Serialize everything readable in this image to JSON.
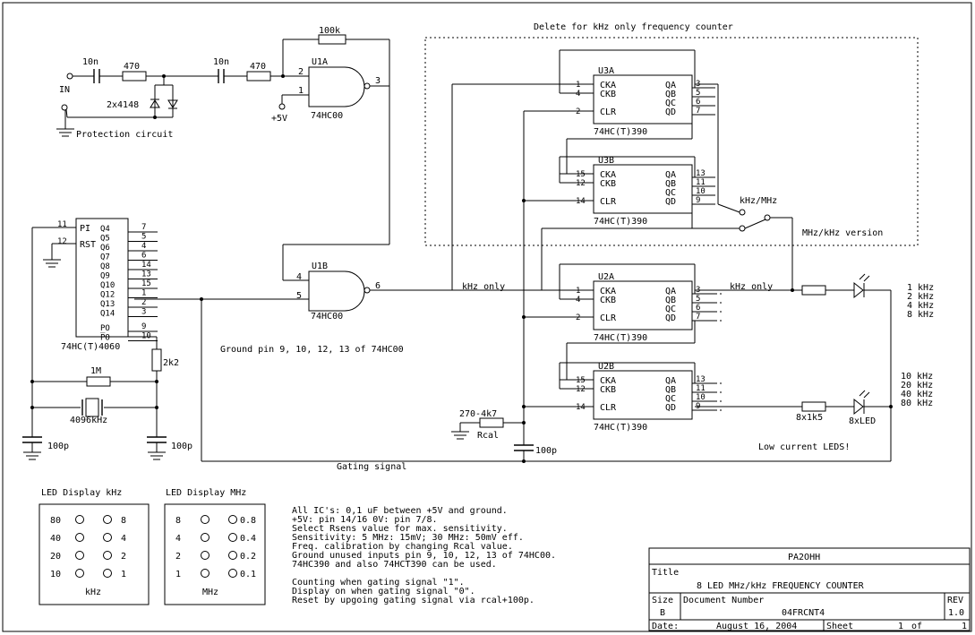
{
  "header": {
    "delete_note": "Delete for kHz only frequency counter"
  },
  "input": {
    "in_label": "IN",
    "c1": "10n",
    "r1": "470",
    "diodes": "2x4148",
    "c2": "10n",
    "r2": "470",
    "protection": "Protection circuit",
    "r_fb": "100k",
    "plus5v": "+5V"
  },
  "u1a": {
    "name": "U1A",
    "type": "74HC00",
    "p1": "1",
    "p2": "2",
    "p3": "3"
  },
  "u1b": {
    "name": "U1B",
    "type": "74HC00",
    "p4": "4",
    "p5": "5",
    "p6": "6"
  },
  "u3a": {
    "name": "U3A",
    "type": "74HC(T)390",
    "pins_l": [
      "1",
      "4",
      "2"
    ],
    "labels_l": [
      "CKA",
      "CKB",
      "CLR"
    ],
    "labels_r": [
      "QA",
      "QB",
      "QC",
      "QD"
    ],
    "pins_r": [
      "3",
      "5",
      "6",
      "7"
    ]
  },
  "u3b": {
    "name": "U3B",
    "type": "74HC(T)390",
    "pins_l": [
      "15",
      "12",
      "14"
    ],
    "labels_l": [
      "CKA",
      "CKB",
      "CLR"
    ],
    "labels_r": [
      "QA",
      "QB",
      "QC",
      "QD"
    ],
    "pins_r": [
      "13",
      "11",
      "10",
      "9"
    ]
  },
  "u2a": {
    "name": "U2A",
    "type": "74HC(T)390",
    "pins_l": [
      "1",
      "4",
      "2"
    ],
    "labels_l": [
      "CKA",
      "CKB",
      "CLR"
    ],
    "labels_r": [
      "QA",
      "QB",
      "QC",
      "QD"
    ],
    "pins_r": [
      "3",
      "5",
      "6",
      "7"
    ]
  },
  "u2b": {
    "name": "U2B",
    "type": "74HC(T)390",
    "pins_l": [
      "15",
      "12",
      "14"
    ],
    "labels_l": [
      "CKA",
      "CKB",
      "CLR"
    ],
    "labels_r": [
      "QA",
      "QB",
      "QC",
      "QD"
    ],
    "pins_r": [
      "13",
      "11",
      "10",
      "9"
    ]
  },
  "u4060": {
    "type": "74HC(T)4060",
    "pins_l": [
      "11",
      "12"
    ],
    "labels_l": [
      "PI",
      "RST"
    ],
    "labels_r": [
      "Q4",
      "Q5",
      "Q6",
      "Q7",
      "Q8",
      "Q9",
      "Q10",
      "Q12",
      "Q13",
      "Q14",
      "PO",
      "P̅O"
    ],
    "pins_r": [
      "7",
      "5",
      "4",
      "6",
      "14",
      "13",
      "15",
      "1",
      "2",
      "3",
      "9",
      "10"
    ]
  },
  "osc": {
    "r_1m": "1M",
    "crystal": "4096kHz",
    "r_2k2": "2k2",
    "c_a": "100p",
    "c_b": "100p"
  },
  "switch": {
    "label": "kHz/MHz",
    "version": "MHz/kHz version"
  },
  "labels": {
    "khz_only_1": "kHz only",
    "khz_only_2": "kHz only",
    "ground_note": "Ground pin 9, 10, 12, 13 of 74HC00",
    "gating": "Gating signal",
    "rcal_val": "270-4k7",
    "rcal": "Rcal",
    "c_gate": "100p",
    "low_current": "Low current LEDS!",
    "r_8x": "8x1k5",
    "led_8x": "8xLED"
  },
  "khz_outputs": [
    "1 kHz",
    "2 kHz",
    "4 kHz",
    "8 kHz"
  ],
  "khz10_outputs": [
    "10 kHz",
    "20 kHz",
    "40 kHz",
    "80 kHz"
  ],
  "led_khz": {
    "title": "LED Display kHz",
    "left": [
      "80",
      "40",
      "20",
      "10"
    ],
    "right": [
      "8",
      "4",
      "2",
      "1"
    ],
    "unit": "kHz"
  },
  "led_mhz": {
    "title": "LED Display MHz",
    "left": [
      "8",
      "4",
      "2",
      "1"
    ],
    "right": [
      "0.8",
      "0.4",
      "0.2",
      "0.1"
    ],
    "unit": "MHz"
  },
  "notes": [
    "All IC's: 0,1 uF between +5V and ground.",
    "+5V: pin 14/16  0V: pin 7/8.",
    "Select Rsens value for max. sensitivity.",
    "Sensitivity: 5 MHz: 15mV; 30 MHz: 50mV eff.",
    "Freq. calibration by changing Rcal value.",
    "Ground unused inputs pin 9, 10, 12, 13 of 74HC00.",
    "74HC390 and also 74HCT390 can be used."
  ],
  "notes2": [
    "Counting when gating signal \"1\".",
    "Display on when gating signal \"0\".",
    "Reset by upgoing gating signal via rcal+100p."
  ],
  "titleblock": {
    "company": "PA2OHH",
    "title_label": "Title",
    "title": "8 LED MHz/kHz FREQUENCY COUNTER",
    "size_label": "Size",
    "size": "B",
    "docnum_label": "Document Number",
    "docnum": "04FRCNT4",
    "rev_label": "REV",
    "rev": "1.0",
    "date_label": "Date:",
    "date": "August 16, 2004",
    "sheet_label": "Sheet",
    "sheet": "1",
    "of_label": "of",
    "of": "1"
  }
}
